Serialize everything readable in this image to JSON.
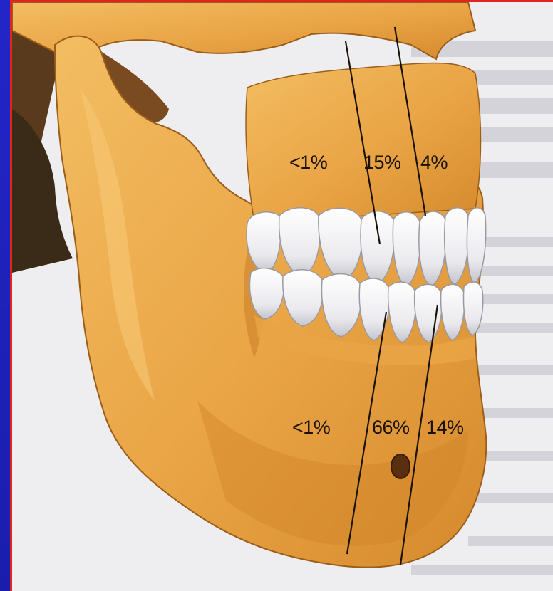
{
  "diagram": {
    "colors": {
      "slide_background": "#1c1fb8",
      "frame_border": "#e0241f",
      "page_background": "#eeeef1",
      "bone": "#e9a445",
      "bone_shadow": "#c67a23",
      "bone_highlight": "#f6c874",
      "tooth": "#f2f2f4",
      "tooth_shadow": "#bcbcc4",
      "division_line": "#1a1208"
    },
    "upper_jaw": {
      "posterior_pct": "<1%",
      "middle_pct": "15%",
      "anterior_pct": "4%"
    },
    "lower_jaw": {
      "posterior_pct": "<1%",
      "middle_pct": "66%",
      "anterior_pct": "14%"
    }
  }
}
